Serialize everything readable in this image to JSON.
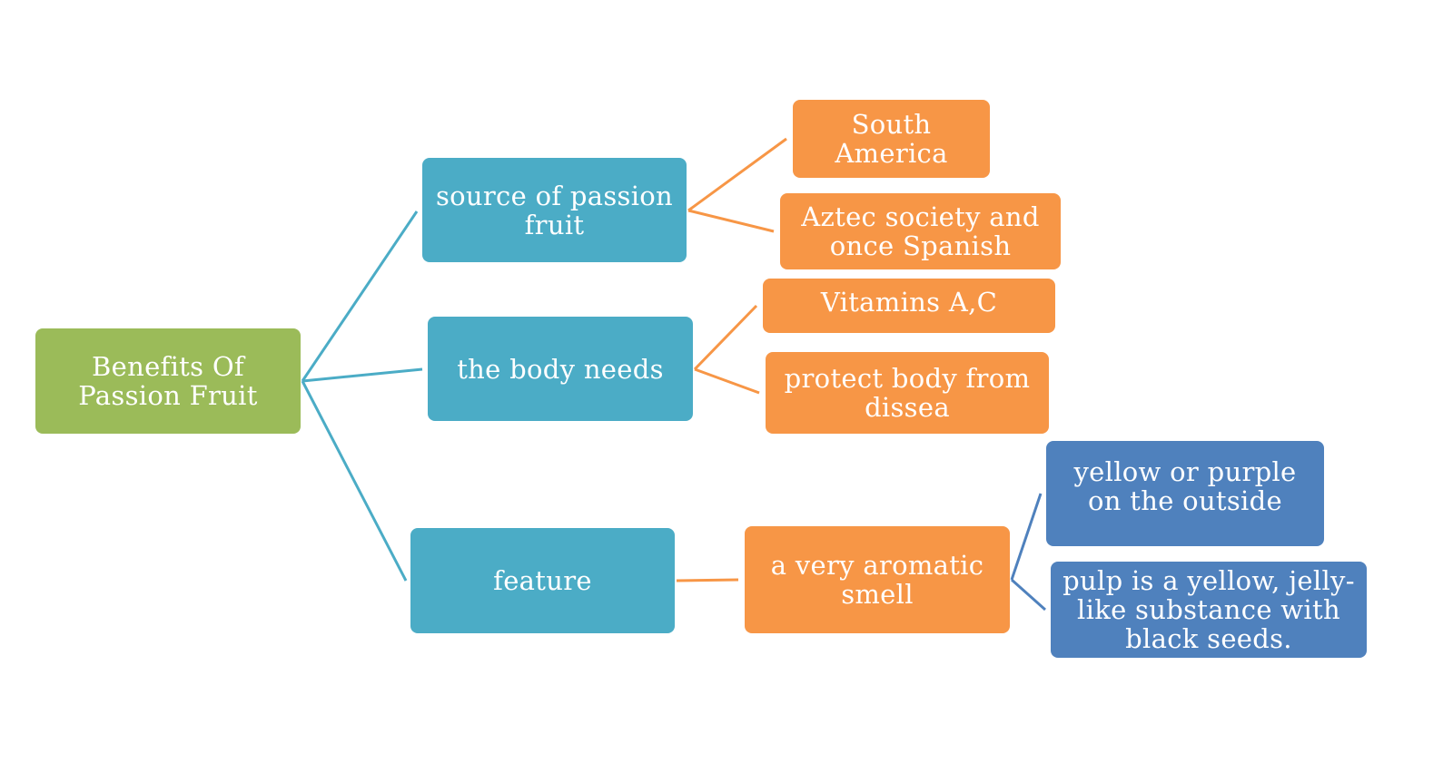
{
  "diagram": {
    "root": {
      "label": "Benefits Of Passion Fruit"
    },
    "branches": [
      {
        "label": "source of passion fruit",
        "children": [
          {
            "label": "South America"
          },
          {
            "label": "Aztec society and once Spanish"
          }
        ]
      },
      {
        "label": "the body needs",
        "children": [
          {
            "label": "Vitamins A,C"
          },
          {
            "label": "protect body  from dissea"
          }
        ]
      },
      {
        "label": "feature",
        "children": [
          {
            "label": "a very aromatic smell",
            "children": [
              {
                "label": "yellow or purple on the outside"
              },
              {
                "label": "pulp is a yellow, jelly-like substance with black seeds."
              }
            ]
          }
        ]
      }
    ]
  },
  "colors": {
    "root": "#9bbb59",
    "level1": "#4bacc6",
    "level2": "#f79646",
    "level3": "#4f81bd",
    "connector_level1": "#4bacc6",
    "connector_level2": "#f79646",
    "connector_level3": "#4f81bd"
  }
}
